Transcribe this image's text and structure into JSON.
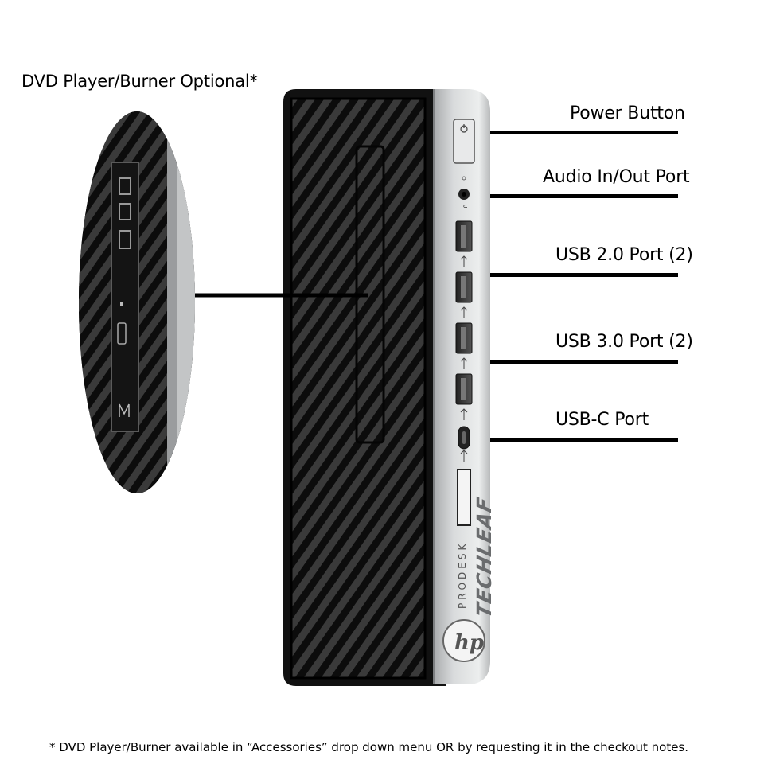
{
  "optional_label": "DVD Player/Burner Optional*",
  "callouts": [
    {
      "label": "Power Button"
    },
    {
      "label": "Audio In/Out Port"
    },
    {
      "label": "USB 2.0 Port (2)"
    },
    {
      "label": "USB 3.0 Port (2)"
    },
    {
      "label": "USB-C Port"
    }
  ],
  "branding": {
    "series": "PRODESK",
    "brand": "TECHLEAF",
    "logo": "hp"
  },
  "footnote": "*  DVD Player/Burner available in “Accessories” drop down menu OR by requesting it in the checkout notes.",
  "colors": {
    "chassis": "#111111",
    "bezel": "#c9cbcd",
    "accent_text": "#555555"
  }
}
